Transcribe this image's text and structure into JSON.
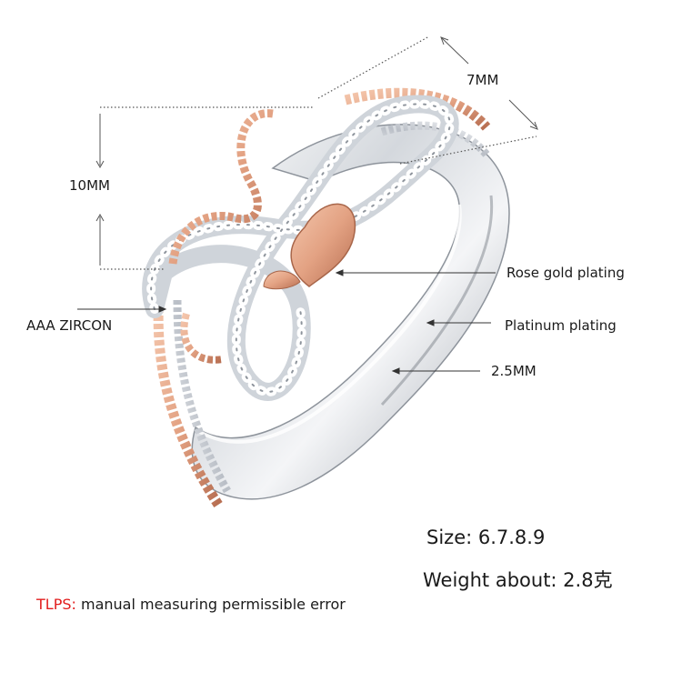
{
  "labels": {
    "width": "7MM",
    "height": "10MM",
    "rose_gold": "Rose gold plating",
    "zircon": "AAA ZIRCON",
    "platinum": "Platinum plating",
    "band": "2.5MM"
  },
  "specs": {
    "size": "Size: 6.7.8.9",
    "weight": "Weight about: 2.8克"
  },
  "note": {
    "prefix": "TLPS:",
    "text": " manual measuring permissible error"
  },
  "colors": {
    "platinum": "#d9dde2",
    "rose_gold": "#e7a98a",
    "note_prefix": "#e21d1d"
  }
}
